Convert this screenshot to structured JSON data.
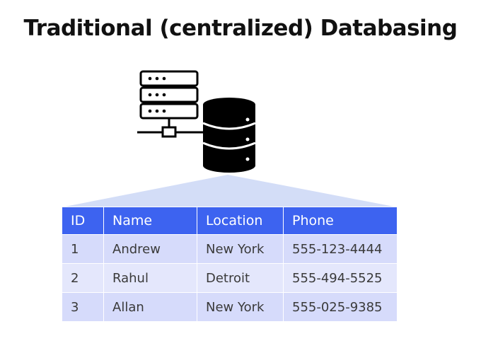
{
  "title": "Traditional (centralized) Databasing",
  "icons": {
    "server": "server-rack-icon",
    "database": "database-icon",
    "network": "network-connector-icon"
  },
  "colors": {
    "header_bg": "#3d63f0",
    "row_odd_bg": "#d6dbfb",
    "row_even_bg": "#e4e7fc",
    "fan_bg": "#d3ddf7"
  },
  "table": {
    "columns": [
      "ID",
      "Name",
      "Location",
      "Phone"
    ],
    "rows": [
      {
        "id": "1",
        "name": "Andrew",
        "location": "New York",
        "phone": "555-123-4444"
      },
      {
        "id": "2",
        "name": "Rahul",
        "location": "Detroit",
        "phone": "555-494-5525"
      },
      {
        "id": "3",
        "name": "Allan",
        "location": "New York",
        "phone": "555-025-9385"
      }
    ]
  }
}
